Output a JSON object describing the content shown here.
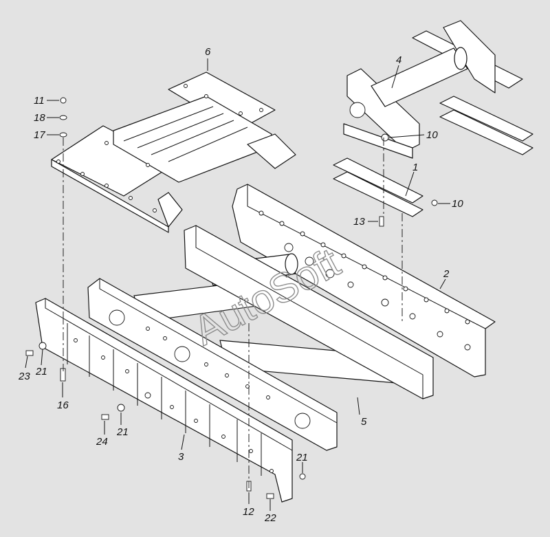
{
  "watermark": "AutoSoft",
  "callouts": {
    "c1": "1",
    "c2": "2",
    "c3": "3",
    "c4": "4",
    "c5": "5",
    "c6": "6",
    "c10a": "10",
    "c10b": "10",
    "c11": "11",
    "c12": "12",
    "c13": "13",
    "c16": "16",
    "c17": "17",
    "c18": "18",
    "c21a": "21",
    "c21b": "21",
    "c21c": "21",
    "c22": "22",
    "c23": "23",
    "c24": "24"
  }
}
